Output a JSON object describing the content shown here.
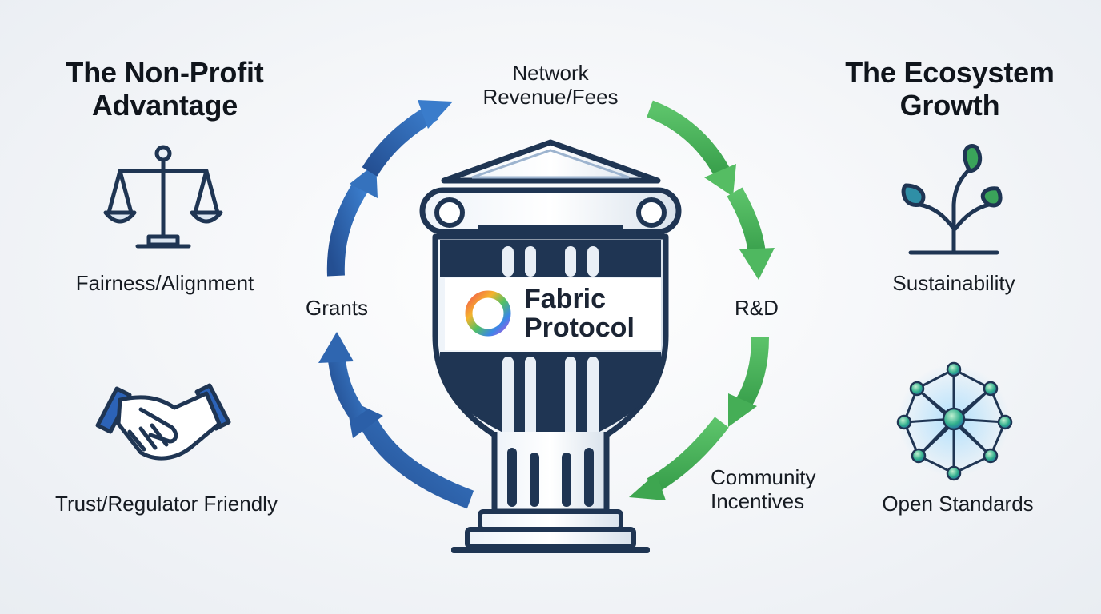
{
  "left_panel": {
    "heading_line1": "The Non-Profit",
    "heading_line2": "Advantage",
    "items": [
      {
        "label": "Fairness/Alignment",
        "icon": "scales-icon"
      },
      {
        "label": "Trust/Regulator Friendly",
        "icon": "handshake-icon"
      }
    ]
  },
  "right_panel": {
    "heading_line1": "The Ecosystem",
    "heading_line2": "Growth",
    "items": [
      {
        "label": "Sustainability",
        "icon": "plant-sprout-icon"
      },
      {
        "label": "Open Standards",
        "icon": "network-nodes-icon"
      }
    ]
  },
  "cycle": {
    "top_line1": "Network",
    "top_line2": "Revenue/Fees",
    "right": "R&D",
    "bottom_line1": "Community",
    "bottom_line2": "Incentives",
    "left": "Grants"
  },
  "center": {
    "brand_line1": "Fabric",
    "brand_line2": "Protocol",
    "icon": "pillar-shield-icon",
    "logo": "ring-logo-icon"
  },
  "colors": {
    "blue_arrows": "#2f6bb5",
    "green_arrows": "#3fae52",
    "navy": "#1f3553",
    "icon_blue": "#2c63b8",
    "leaf_green": "#3aa35a"
  }
}
